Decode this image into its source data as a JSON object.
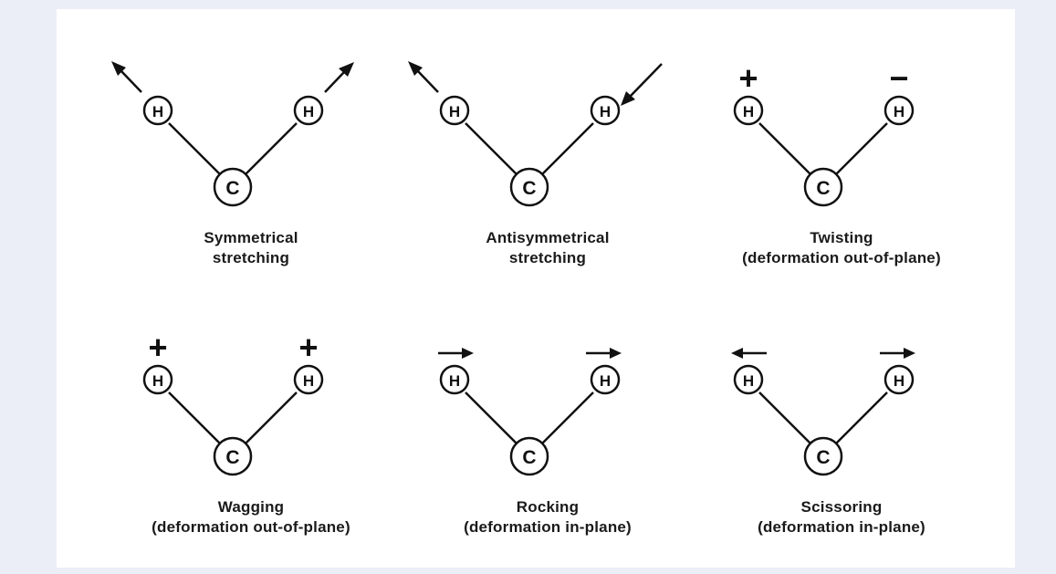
{
  "atoms": {
    "carbon": "C",
    "hydrogen": "H"
  },
  "signs": {
    "plus": "+",
    "minus": "−"
  },
  "modes": [
    {
      "line1": "Symmetrical",
      "line2": "stretching"
    },
    {
      "line1": "Antisymmetrical",
      "line2": "stretching"
    },
    {
      "line1": "Twisting",
      "line2": "(deformation out-of-plane)"
    },
    {
      "line1": "Wagging",
      "line2": "(deformation out-of-plane)"
    },
    {
      "line1": "Rocking",
      "line2": "(deformation in-plane)"
    },
    {
      "line1": "Scissoring",
      "line2": "(deformation in-plane)"
    }
  ]
}
